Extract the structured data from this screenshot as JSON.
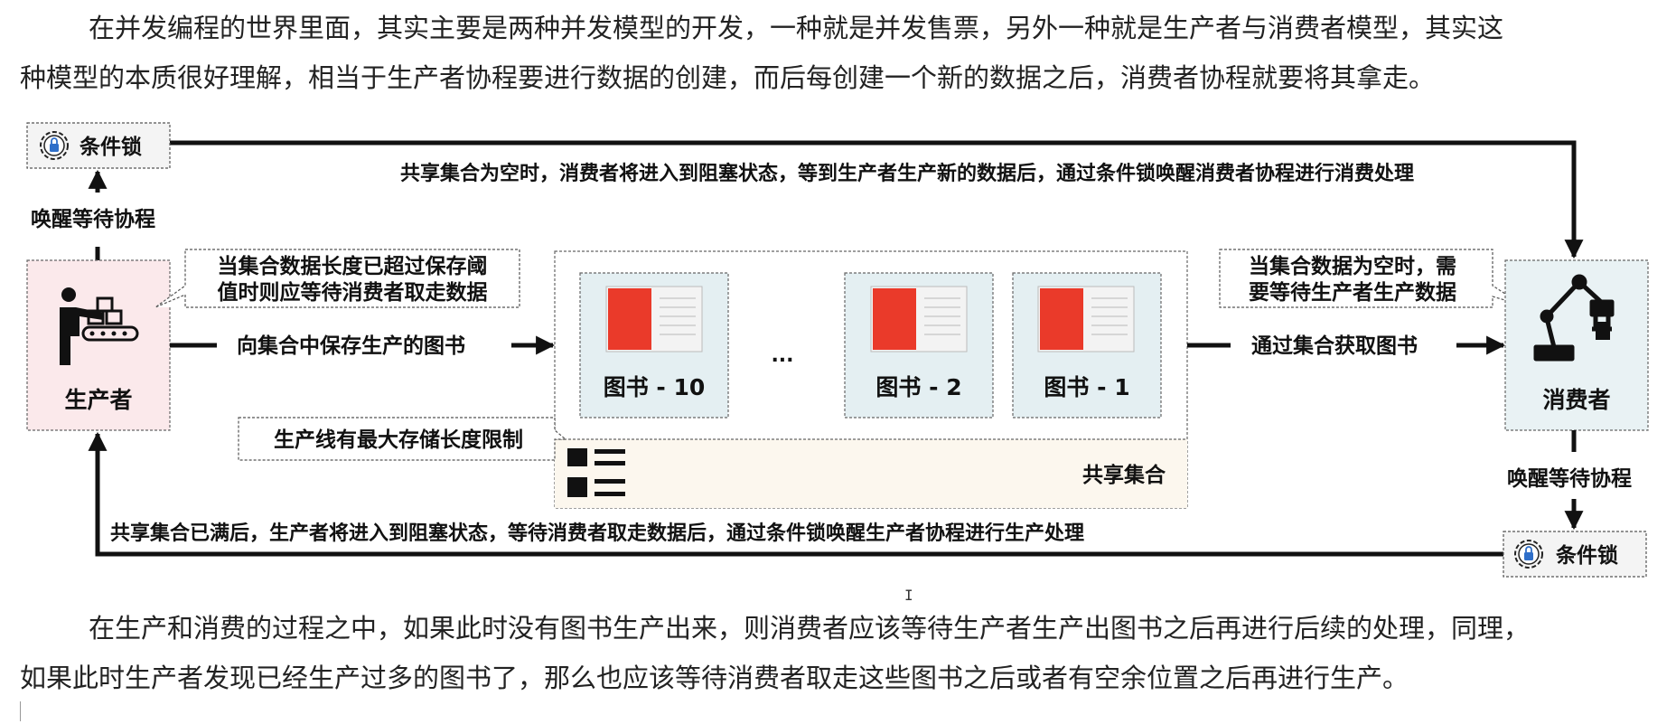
{
  "paragraph_top": {
    "line1": "在并发编程的世界里面，其实主要是两种并发模型的开发，一种就是并发售票，另外一种就是生产者与消费者模型，其实这",
    "line2": "种模型的本质很好理解，相当于生产者协程要进行数据的创建，而后每创建一个新的数据之后，消费者协程就要将其拿走。"
  },
  "paragraph_bottom": {
    "line1": "在生产和消费的过程之中，如果此时没有图书生产出来，则消费者应该等待生产者生产出图书之后再进行后续的处理，同理，",
    "line2": "如果此时生产者发现已经生产过多的图书了，那么也应该等待消费者取走这些图书之后或者有空余位置之后再进行生产。"
  },
  "diagram": {
    "condition_lock_top": "条件锁",
    "condition_lock_bottom": "条件锁",
    "wake_waiting_left": "唤醒等待协程",
    "wake_waiting_right": "唤醒等待协程",
    "top_flow_label": "共享集合为空时，消费者将进入到阻塞状态，等到生产者生产新的数据后，通过条件锁唤醒消费者协程进行消费处理",
    "bottom_flow_label": "共享集合已满后，生产者将进入到阻塞状态，等待消费者取走数据后，通过条件锁唤醒生产者协程进行生产处理",
    "producer_label": "生产者",
    "consumer_label": "消费者",
    "producer_callout_line1": "当集合数据长度已超过保存阈",
    "producer_callout_line2": "值时则应等待消费者取走数据",
    "consumer_callout_line1": "当集合数据为空时，需",
    "consumer_callout_line2": "要等待生产者生产数据",
    "save_label": "向集合中保存生产的图书",
    "fetch_label": "通过集合获取图书",
    "storage_limit_label": "生产线有最大存储长度限制",
    "shared_set_label": "共享集合",
    "ellipsis": "...",
    "books": [
      "图书 - 10",
      "图书 - 2",
      "图书 - 1"
    ]
  },
  "colors": {
    "producer_fill": "#fbe9eb",
    "consumer_fill": "#e9f2f4",
    "book_fill": "#e4eff2",
    "shared_fill": "#fcf7ee",
    "book_red": "#ea3a2a",
    "lock_blue": "#2f6fc9"
  }
}
